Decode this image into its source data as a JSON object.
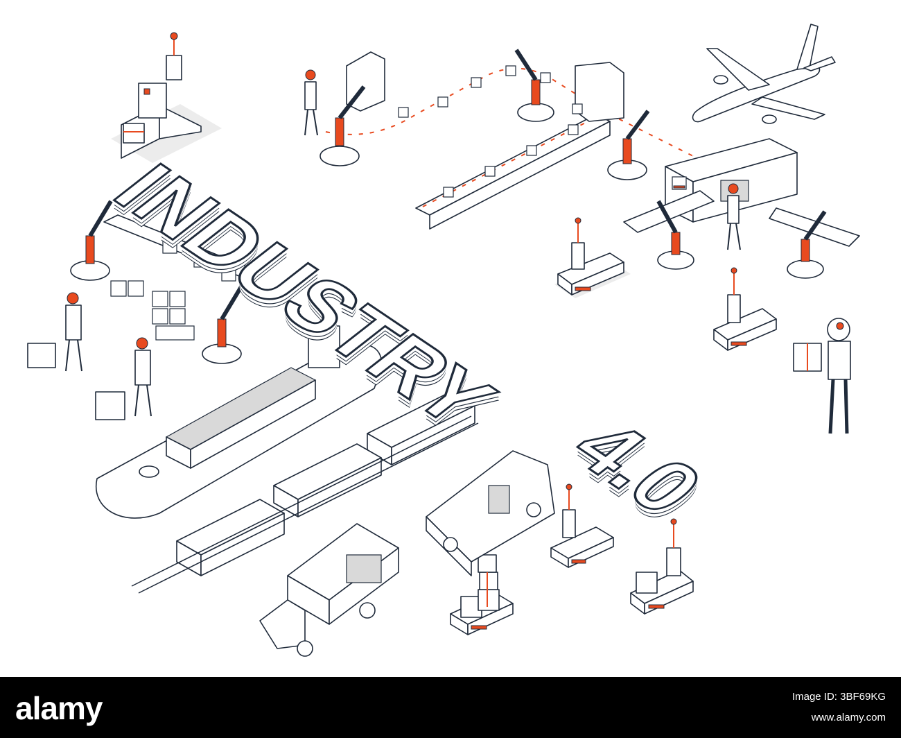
{
  "illustration": {
    "title_word": "INDUSTRY",
    "title_version": "4.0",
    "accent_color": "#e84a1f",
    "line_color": "#1f2a3a"
  },
  "watermark": {
    "logo_text": "alamy",
    "image_id_label": "Image ID: 3BF69KG",
    "site": "www.alamy.com"
  }
}
